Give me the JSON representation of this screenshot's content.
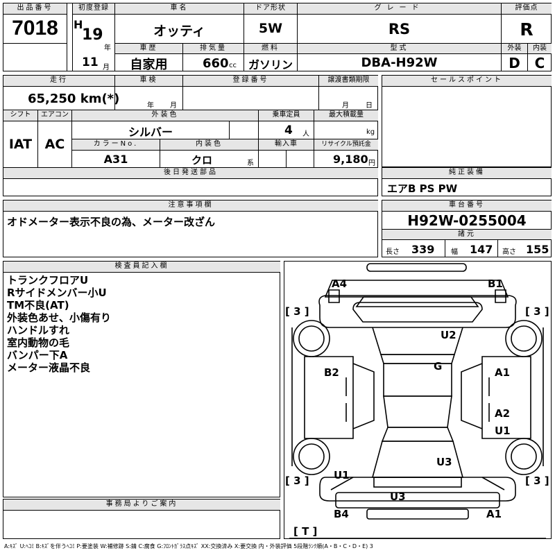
{
  "header": {
    "lot_label": "出品番号",
    "lot": "7018",
    "first_reg_label": "初度登録",
    "era": "H",
    "year": "19",
    "year_unit": "年",
    "month": "11",
    "month_unit": "月",
    "car_name_label": "車名",
    "car_name": "オッティ",
    "history_label": "車歴",
    "history": "自家用",
    "displacement_label": "排気量",
    "displacement": "660",
    "cc_unit": "cc",
    "door_label": "ドア形状",
    "door": "5W",
    "fuel_label": "燃料",
    "fuel": "ガソリン",
    "grade_label": "グレード",
    "grade": "RS",
    "model_label": "型式",
    "model": "DBA-H92W",
    "score_label": "評価点",
    "score": "R",
    "exterior_label": "外装",
    "exterior": "D",
    "interior_label": "内装",
    "interior": "C"
  },
  "row2": {
    "mileage_label": "走行",
    "mileage": "65,250 km(*)",
    "inspection_label": "車検",
    "year_unit": "年",
    "month_unit": "月",
    "reg_label": "登録番号",
    "transfer_label": "譲渡書類期限",
    "month_unit2": "月",
    "day_unit": "日",
    "shift_label": "シフト",
    "shift": "IAT",
    "ac_label": "エアコン",
    "ac": "AC",
    "color_label": "外装色",
    "color": "シルバー",
    "capacity_label": "乗車定員",
    "capacity": "4",
    "person_unit": "人",
    "load_label": "最大積載量",
    "kg_unit": "kg",
    "color_no_label": "カラーNo.",
    "color_no": "A31",
    "int_color_label": "内装色",
    "int_color": "クロ",
    "kei_unit": "系",
    "import_label": "輸入車",
    "recycle_label": "リサイクル預託金",
    "recycle": "9,180",
    "yen_unit": "円",
    "later_label": "後日発送部品"
  },
  "sales": {
    "label": "セールスポイント"
  },
  "equipment": {
    "label": "純正装備",
    "value": "エアB PS PW"
  },
  "notes": {
    "label": "注意事項欄",
    "value": "オドメーター表示不良の為、メーター改ざん"
  },
  "chassis": {
    "label": "車台番号",
    "value": "H92W-0255004",
    "dims_label": "諸元",
    "length_label": "長さ",
    "length": "339",
    "width_label": "幅",
    "width": "147",
    "height_label": "高さ",
    "height": "155"
  },
  "inspector": {
    "label": "検査員記入欄",
    "lines": [
      "トランクフロアU",
      "Rサイドメンバー小U",
      "TM不良(AT)",
      "外装色あせ、小傷有り",
      "ハンドルすれ",
      "室内動物の毛",
      "バンパー下A",
      "メーター液晶不良"
    ]
  },
  "office": {
    "label": "事務局よりご案内"
  },
  "diagram": {
    "marks": {
      "a4": "A4",
      "b1": "B1",
      "u2": "U2",
      "g": "G",
      "b2": "B2",
      "a1_right": "A1",
      "a2": "A2",
      "u1_right": "U1",
      "u3_center": "U3",
      "u1_left": "U1",
      "u3_bottom": "U3",
      "b4": "B4",
      "a1_bottom": "A1"
    },
    "tire_tl": "[ 3 ]",
    "tire_tr": "[ 3 ]",
    "tire_bl": "[ 3 ]",
    "tire_br": "[ 3 ]",
    "spare": "[ T ]"
  },
  "legend": "A:ｷｽﾞ U:ﾍｺﾐ B:ｷｽﾞを伴うﾍｺﾐ P:要塗装 W:補修跡 S:錆 C:腐食 G:ﾌﾛﾝﾄｶﾞﾗｽ点ｷｽﾞ XX:交換済み X:要交換 内・外装評価 5段階ﾗﾝｸ順(A・B・C・D・E) 3"
}
